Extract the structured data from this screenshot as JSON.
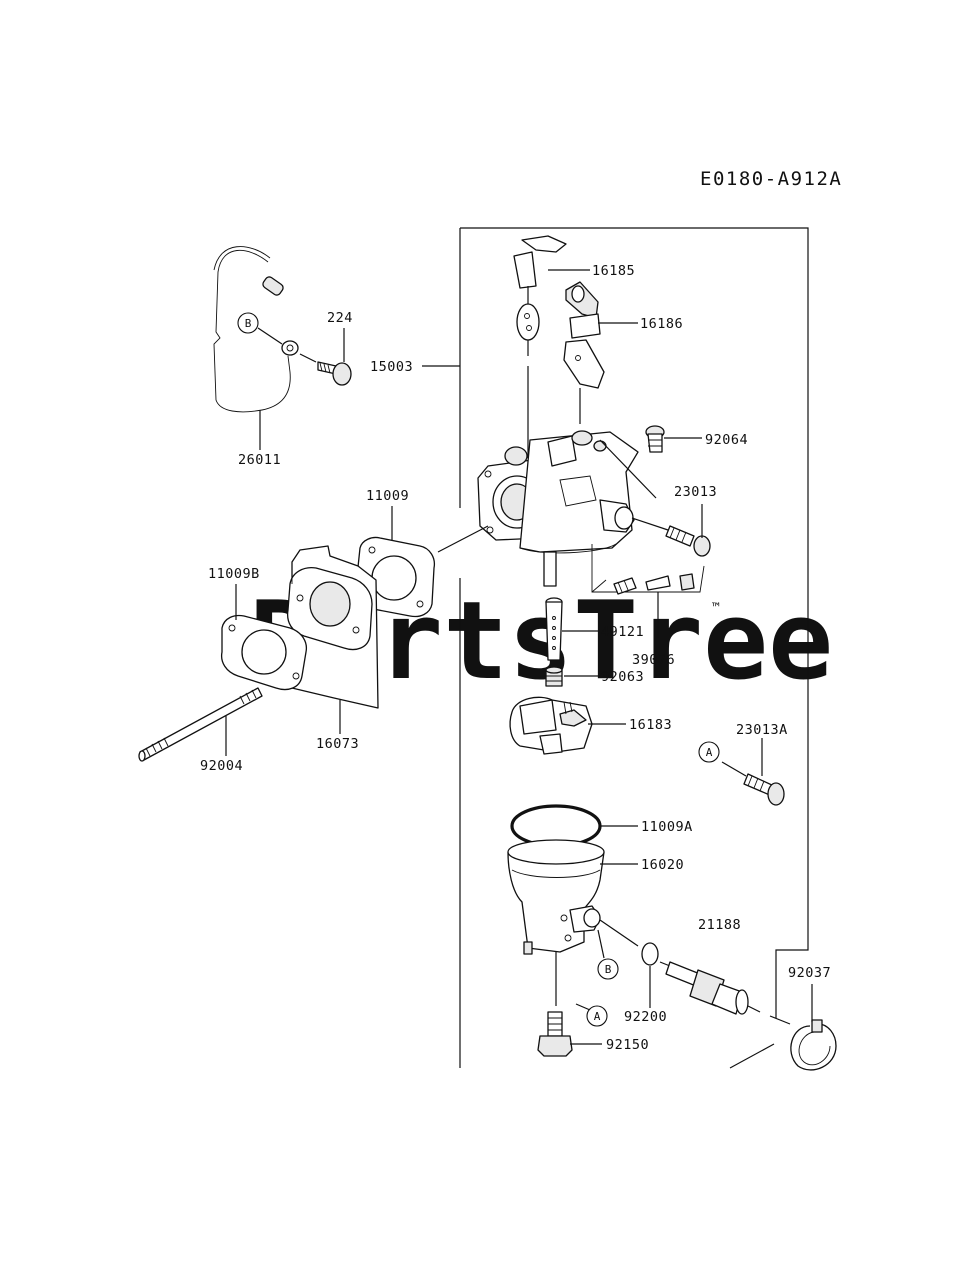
{
  "diagram_code": "E0180-A912A",
  "watermark": "PartsTree",
  "watermark_tm": "™",
  "ref_markers": {
    "a": "A",
    "b": "B"
  },
  "parts": {
    "p16185": "16185",
    "p16186": "16186",
    "p15003": "15003",
    "p224": "224",
    "p26011": "26011",
    "p92064": "92064",
    "p23013": "23013",
    "p11009": "11009",
    "p11009b": "11009B",
    "p49121": "49121",
    "p39076": "39076",
    "p92063": "92063",
    "p16073": "16073",
    "p92004": "92004",
    "p16183": "16183",
    "p23013a": "23013A",
    "p11009a": "11009A",
    "p16020": "16020",
    "p21188": "21188",
    "p92037": "92037",
    "p92200": "92200",
    "p92150": "92150"
  }
}
